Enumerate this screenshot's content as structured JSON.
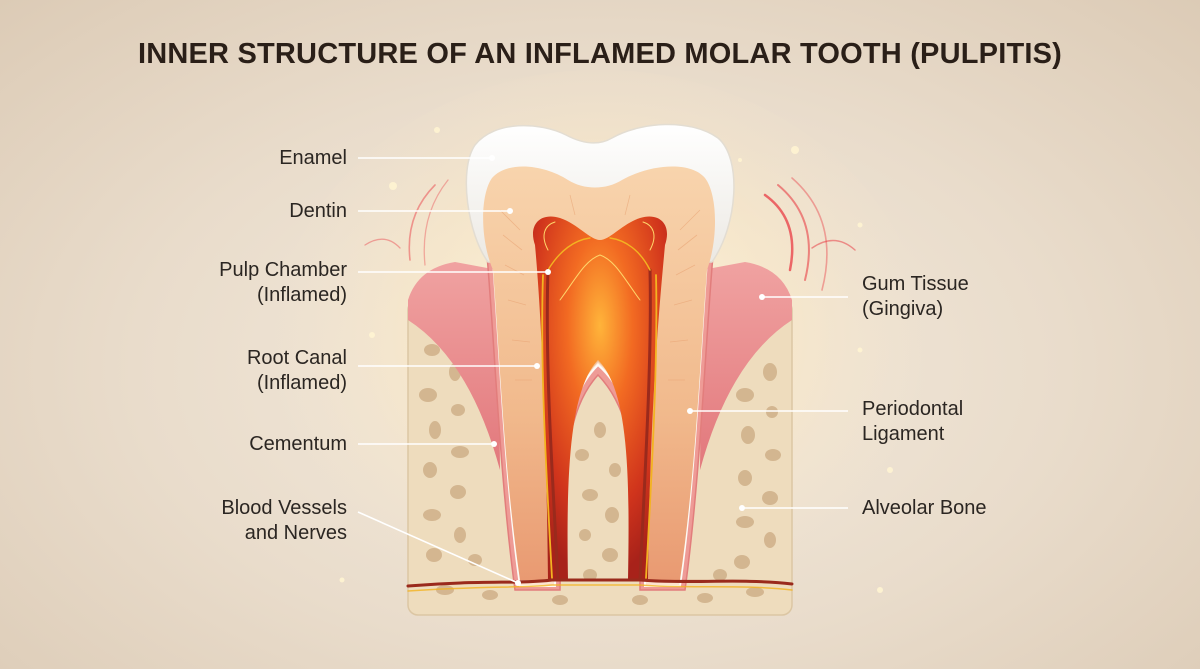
{
  "title": "INNER STRUCTURE OF AN INFLAMED MOLAR TOOTH (PULPITIS)",
  "labels": {
    "enamel": "Enamel",
    "dentin": "Dentin",
    "pulp_chamber": {
      "line1": "Pulp Chamber",
      "line2": "(Inflamed)"
    },
    "root_canal": {
      "line1": "Root Canal",
      "line2": "(Inflamed)"
    },
    "cementum": "Cementum",
    "blood_vessels": {
      "line1": "Blood Vessels",
      "line2": "and Nerves"
    },
    "gum_tissue": {
      "line1": "Gum Tissue",
      "line2": "(Gingiva)"
    },
    "periodontal_ligament": {
      "line1": "Periodontal",
      "line2": "Ligament"
    },
    "alveolar_bone": "Alveolar Bone"
  },
  "colors": {
    "enamel": "#fbfaf7",
    "dentin": "#f4c49a",
    "pulp": "#e2461f",
    "pulp_core": "#ffb43a",
    "gum": "#e98c8e",
    "bone": "#eedcbd",
    "bone_pore": "#c8a982",
    "vessel": "#9a2a1c",
    "nerve": "#f3b321",
    "inflammation": "#e8313b"
  }
}
